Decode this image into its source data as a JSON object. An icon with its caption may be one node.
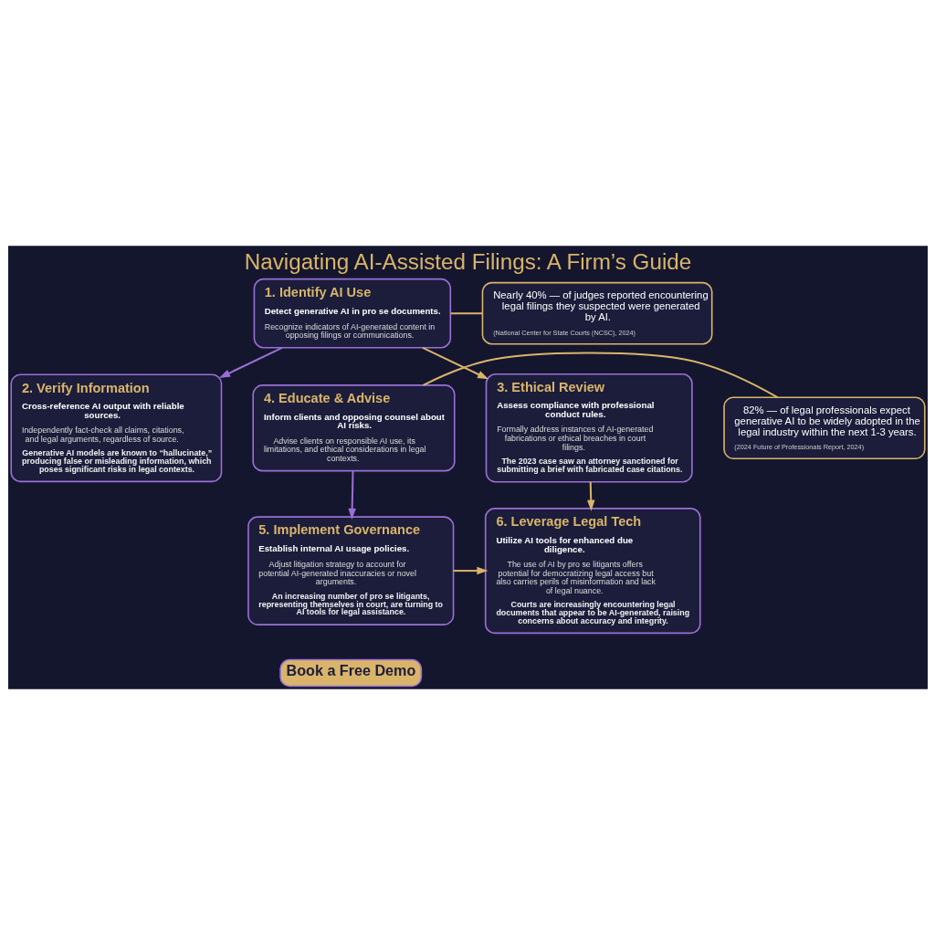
{
  "diagram": {
    "title": "Navigating AI-Assisted Filings: A Firm’s Guide",
    "nodes": [
      {
        "text": [
          "1. Identify AI Use",
          "Detect generative AI in pro se documents.",
          "Recognize indicators of AI-generated content in opposing filings or communications."
        ]
      },
      {
        "text": [
          "Nearly 40% — of judges reported encountering legal filings they suspected were generated by AI.",
          "(National Center for State Courts (NCSC), 2024)"
        ]
      },
      {
        "text": [
          "2. Verify Information",
          "Cross-reference AI output with reliable sources.",
          "Independently fact-check all claims, citations, and legal arguments, regardless of source.",
          "Generative AI models are known to “hallucinate,” producing false or misleading information, which poses significant risks in legal contexts."
        ]
      },
      {
        "text": [
          "3. Ethical Review",
          "Assess compliance with professional conduct rules.",
          "Formally address instances of AI-generated fabrications or ethical breaches in court filings.",
          "The 2023 case saw an attorney sanctioned for submitting a brief with fabricated case citations."
        ]
      },
      {
        "text": [
          "4. Educate & Advise",
          "Inform clients and opposing counsel about AI risks.",
          "Advise clients on responsible AI use, its limitations, and ethical considerations in legal contexts."
        ]
      },
      {
        "text": [
          "82% — of legal professionals expect generative AI to be widely adopted in the legal industry within the next 1-3 years.",
          "(2024 Future of Professionals Report, 2024)"
        ]
      },
      {
        "text": [
          "5. Implement Governance",
          "Establish internal AI usage policies.",
          "Adjust litigation strategy to account for potential AI-generated inaccuracies or novel arguments.",
          "An increasing number of pro se litigants, representing themselves in court, are turning to AI tools for legal assistance."
        ]
      },
      {
        "text": [
          "6. Leverage Legal Tech",
          "Utilize AI tools for enhanced due diligence.",
          "The use of AI by pro se litigants offers potential for democratizing legal access but also carries perils of misinformation and lack of legal nuance.",
          "Courts are increasingly encountering legal documents that appear to be AI-generated, raising concerns about accuracy and integrity."
        ]
      }
    ],
    "edges": [
      {
        "from": 0,
        "to": 1,
        "arrow": "none"
      },
      {
        "from": 0,
        "to": 2,
        "arrow": "to",
        "color": "#9b6fd6"
      },
      {
        "from": 0,
        "to": 3,
        "arrow": "to"
      },
      {
        "from": 3,
        "to": 7,
        "arrow": "to"
      },
      {
        "from": 4,
        "to": 5,
        "arrow": "none"
      },
      {
        "from": 4,
        "to": 6,
        "arrow": "to",
        "color": "#9b6fd6"
      },
      {
        "from": 6,
        "to": 7,
        "arrow": "to"
      }
    ],
    "labels": [
      "Book a Free Demo"
    ]
  }
}
